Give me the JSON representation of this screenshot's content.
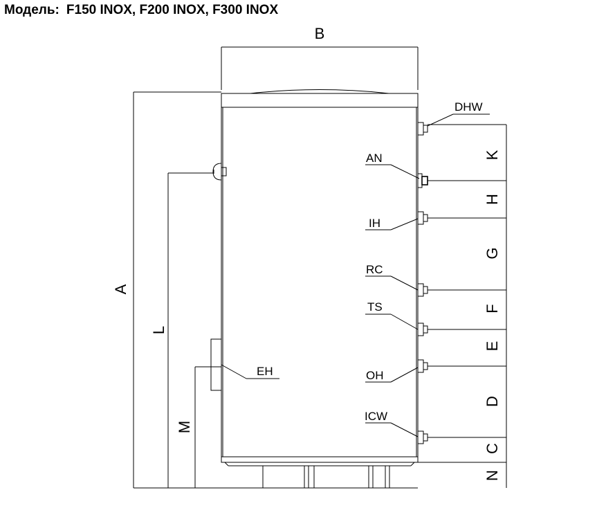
{
  "header": {
    "prefix": "Модель:",
    "models": "F150 INOX, F200 INOX, F300 INOX"
  },
  "dimensions": {
    "A": "A",
    "B": "B",
    "L": "L",
    "M": "M",
    "K": "K",
    "H": "H",
    "G": "G",
    "F": "F",
    "E": "E",
    "D": "D",
    "C": "C",
    "N": "N"
  },
  "connections": {
    "DHW": "DHW",
    "AN": "AN",
    "IH": "IH",
    "RC": "RC",
    "TS": "TS",
    "OH": "OH",
    "ICW": "ICW",
    "EH": "EH"
  }
}
